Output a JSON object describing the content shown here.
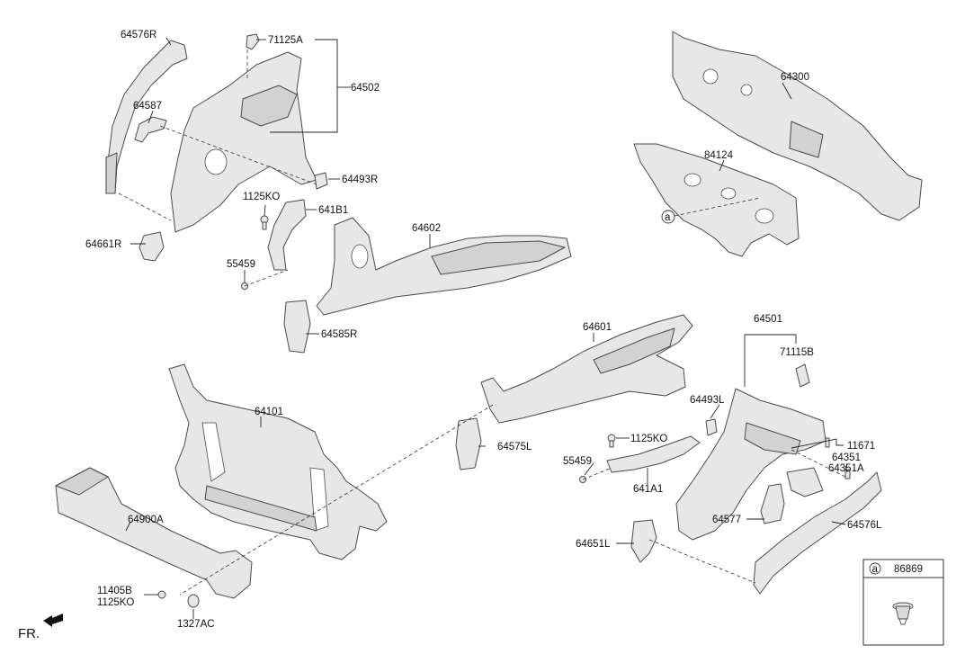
{
  "labels": {
    "p64576R": "64576R",
    "p71125A": "71125A",
    "p64502": "64502",
    "p64587": "64587",
    "p64493R": "64493R",
    "p1125KO_a": "1125KO",
    "p641B1": "641B1",
    "p64661R": "64661R",
    "p64602": "64602",
    "p55459_a": "55459",
    "p64585R": "64585R",
    "p64300": "64300",
    "p84124": "84124",
    "ref_a": "a",
    "p64601": "64601",
    "p64501": "64501",
    "p71115B": "71115B",
    "p64493L": "64493L",
    "p64101": "64101",
    "p1125KO_b": "1125KO",
    "p11671": "11671",
    "p64351": "64351",
    "p64351A": "64351A",
    "p64575L": "64575L",
    "p55459_b": "55459",
    "p641A1": "641A1",
    "p64900A": "64900A",
    "p64577": "64577",
    "p64576L": "64576L",
    "p64651L": "64651L",
    "p11405B": "11405B",
    "p1125KO_c": "1125KO",
    "p1327AC": "1327AC",
    "front": "FR."
  },
  "legend": {
    "ref": "a",
    "part": "86869"
  }
}
